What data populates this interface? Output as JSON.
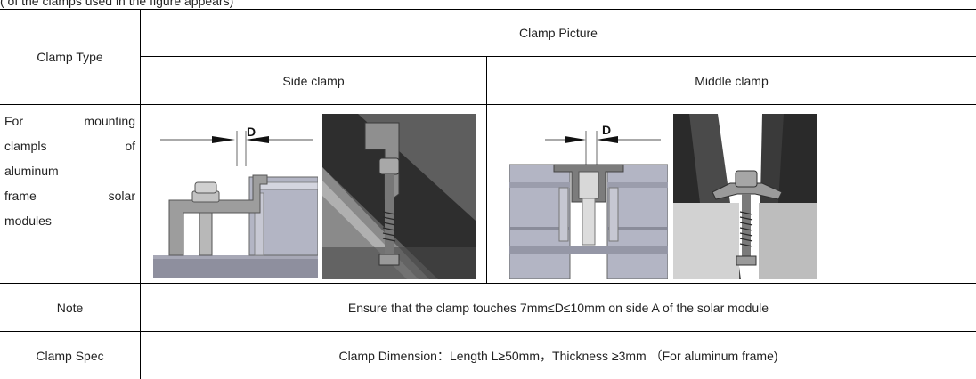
{
  "caption": "(                                            of the clamps used in the figure appears)",
  "table": {
    "header_clamp_type": "Clamp Type",
    "header_clamp_picture": "Clamp Picture",
    "col_side": "Side clamp",
    "col_middle": "Middle clamp",
    "row1_label_lines": [
      "For mounting",
      "clampls of",
      "aluminum",
      "frame solar",
      "modules"
    ],
    "dim_label": "D",
    "row_note_label": "Note",
    "row_note_text": "Ensure that the clamp touches 7mm≤D≤10mm on side A of the solar module",
    "row_spec_label": "Clamp Spec",
    "row_spec_text": "Clamp Dimension：Length L≥50mm，Thickness ≥3mm （For aluminum frame)"
  },
  "colors": {
    "border": "#000000",
    "steel": "#9a9a9a",
    "frame": "#b6b8c6",
    "dark": "#3a3a3a"
  }
}
